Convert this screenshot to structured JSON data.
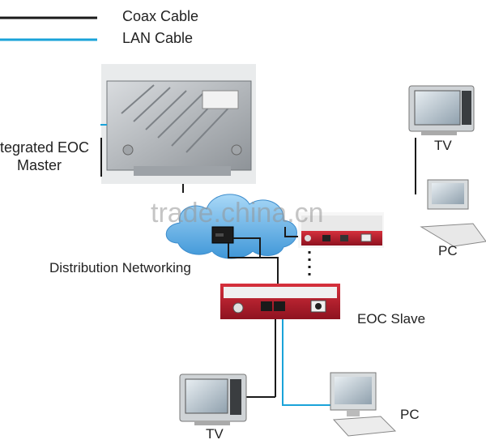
{
  "legend": {
    "coax_label": "Coax Cable",
    "lan_label": "LAN Cable",
    "coax_color": "#1a1a1a",
    "lan_color": "#1aa3d9"
  },
  "labels": {
    "master_line1": "tegrated EOC",
    "master_line2": "Master",
    "distribution": "Distribution Networking",
    "slave": "EOC Slave",
    "tv_top": "TV",
    "pc_top": "PC",
    "tv_bottom": "TV",
    "pc_bottom": "PC"
  },
  "watermark": "trade.china.cn",
  "colors": {
    "cloud": "#5fb0e8",
    "slave_body": "#b81c2a",
    "master_body": "#b8bcc0"
  }
}
